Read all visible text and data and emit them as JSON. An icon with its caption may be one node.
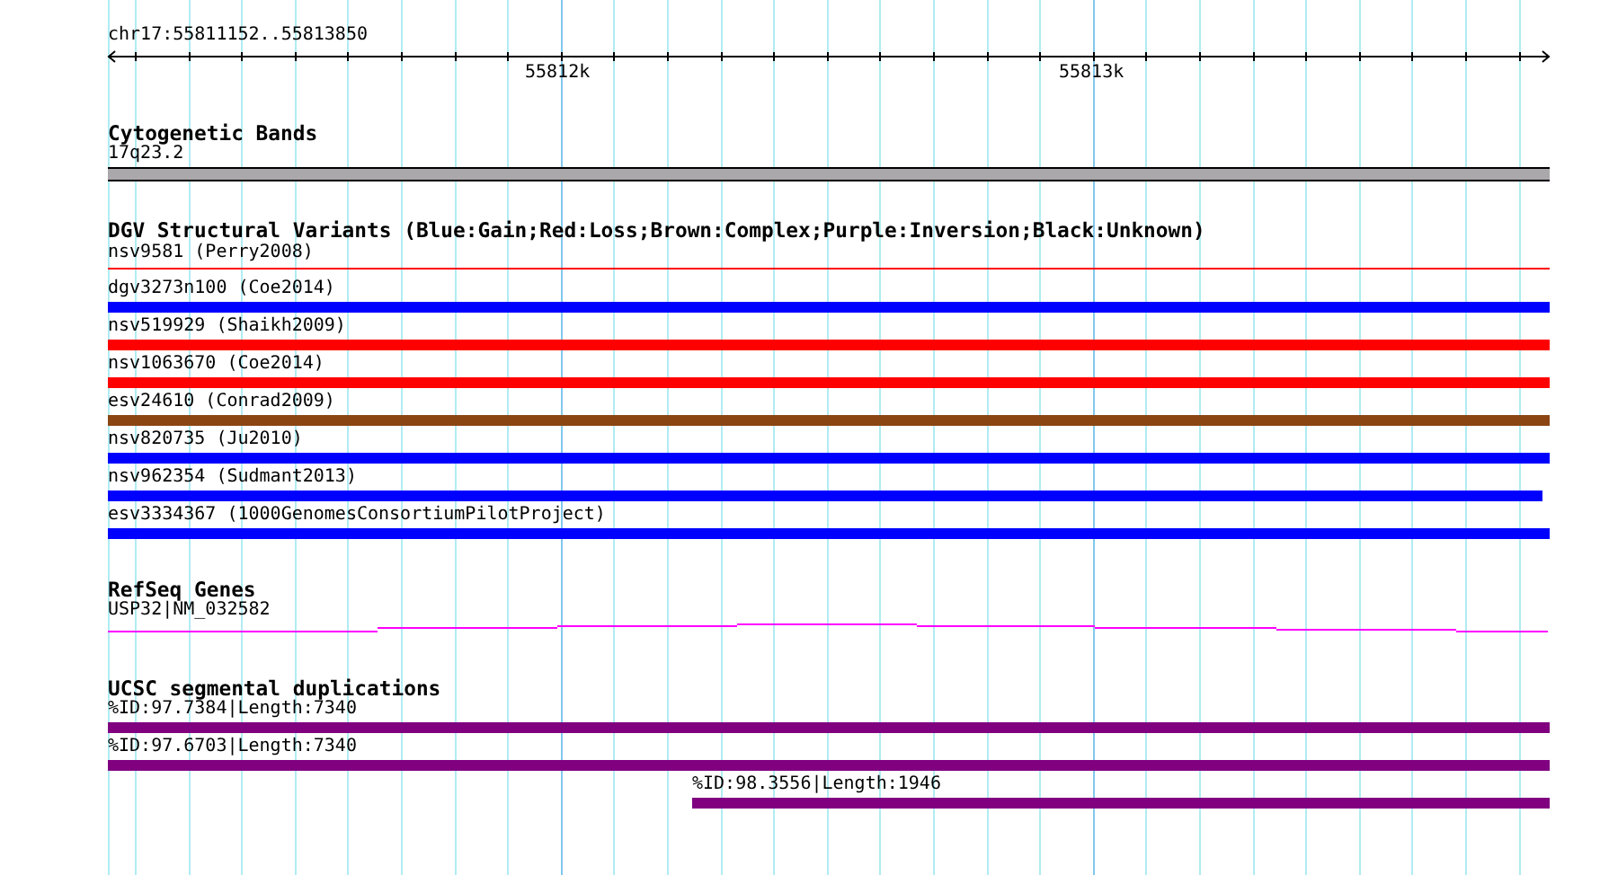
{
  "diagram": {
    "nodes": [
      {
        "text": [
          "Cytogenetic Bands"
        ]
      },
      {
        "text": [
          "17q23.2"
        ],
        "in": 0
      },
      {
        "text": [
          "DGV Structural Variants (Blue:Gain;Red:Loss;Brown:Complex;Purple:Inversion;Black:Unknown)"
        ]
      },
      {
        "text": [
          "nsv9581 (Perry2008)"
        ],
        "in": 2
      },
      {
        "text": [
          "dgv3273n100 (Coe2014)"
        ],
        "in": 2
      },
      {
        "text": [
          "nsv519929 (Shaikh2009)"
        ],
        "in": 2
      },
      {
        "text": [
          "nsv1063670 (Coe2014)"
        ],
        "in": 2
      },
      {
        "text": [
          "esv24610 (Conrad2009)"
        ],
        "in": 2
      },
      {
        "text": [
          "nsv820735 (Ju2010)"
        ],
        "in": 2
      },
      {
        "text": [
          "nsv962354 (Sudmant2013)"
        ],
        "in": 2
      },
      {
        "text": [
          "esv3334367 (1000GenomesConsortiumPilotProject)"
        ],
        "in": 2
      },
      {
        "text": [
          "RefSeq Genes"
        ]
      },
      {
        "text": [
          "USP32|NM_032582"
        ],
        "in": 11
      },
      {
        "text": [
          "UCSC segmental duplications"
        ]
      },
      {
        "text": [
          "%ID:97.7384|Length:7340"
        ],
        "in": 13
      },
      {
        "text": [
          "%ID:97.6703|Length:7340"
        ],
        "in": 13
      },
      {
        "text": [
          "%ID:98.3556|Length:1946"
        ],
        "in": 13
      }
    ],
    "edges": [],
    "labels": [
      "chr17:55811152..55813850",
      "55812k",
      "55813k"
    ]
  }
}
